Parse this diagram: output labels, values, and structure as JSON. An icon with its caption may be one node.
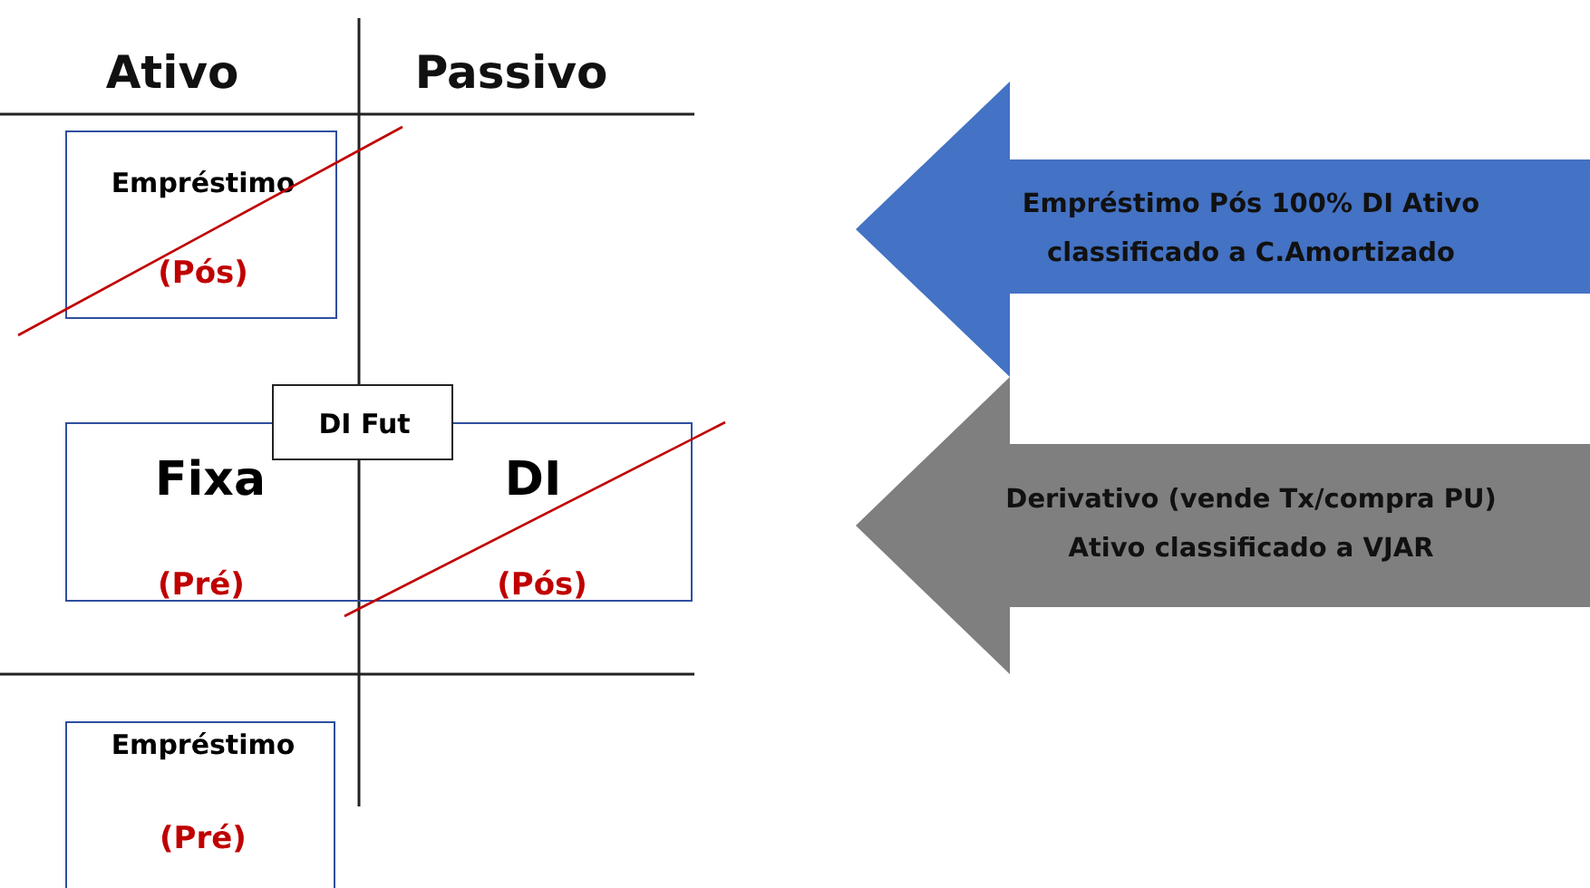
{
  "diagram": {
    "nodes": [
      {
        "text": [
          "Empréstimo",
          "(Pós)"
        ]
      },
      {
        "text": [
          "Fixa",
          "(Pré)",
          "DI",
          "(Pós)"
        ]
      },
      {
        "text": [
          "DI Fut"
        ]
      },
      {
        "text": [
          "Empréstimo",
          "(Pré)"
        ]
      },
      {
        "text": [
          "Empréstimo Pós 100% DI  Ativo classificado a C.Amortizado"
        ]
      },
      {
        "text": [
          "Derivativo (vende Tx/compra PU) Ativo classificado a VJAR"
        ]
      }
    ],
    "edges": [],
    "labels": [
      "Ativo",
      "Passivo"
    ]
  }
}
